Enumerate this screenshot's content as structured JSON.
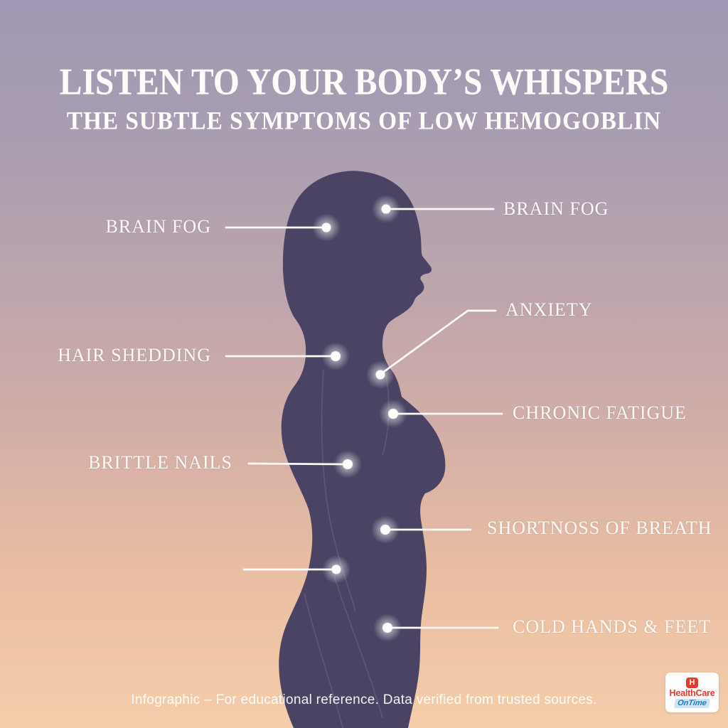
{
  "header": {
    "title": "LISTEN TO YOUR BODY’S WHISPERS",
    "subtitle": "THE SUBTLE SYMPTOMS OF LOW HEMOGOBLIN"
  },
  "figure": {
    "subject": "female-profile-silhouette",
    "colors": {
      "background_top": "#9f97b3",
      "background_middle": "#cfaca8",
      "background_bottom": "#f5cdaa",
      "silhouette": "#4a4363",
      "callout_line": "#fcfaf6",
      "text": "#fcfaf6"
    }
  },
  "callouts": [
    {
      "label": "BRAIN FOG",
      "side": "right"
    },
    {
      "label": "BRAIN FOG",
      "side": "left"
    },
    {
      "label": "ANXIETY",
      "side": "right"
    },
    {
      "label": "HAIR SHEDDING",
      "side": "left"
    },
    {
      "label": "CHRONIC FATIGUE",
      "side": "right"
    },
    {
      "label": "BRITTLE NAILS",
      "side": "left"
    },
    {
      "label": "SHORTNOSS OF BREATH",
      "side": "right"
    },
    {
      "label": "",
      "side": "left"
    },
    {
      "label": "COLD HANDS & FEET",
      "side": "right"
    }
  ],
  "footer": {
    "note": "Infographic – For educational reference. Data verified from trusted sources."
  },
  "logo": {
    "icon_letter": "H",
    "line1": "HealthCare",
    "line2": "OnTime",
    "red": "#e63a2e",
    "blue": "#1b75bb"
  }
}
